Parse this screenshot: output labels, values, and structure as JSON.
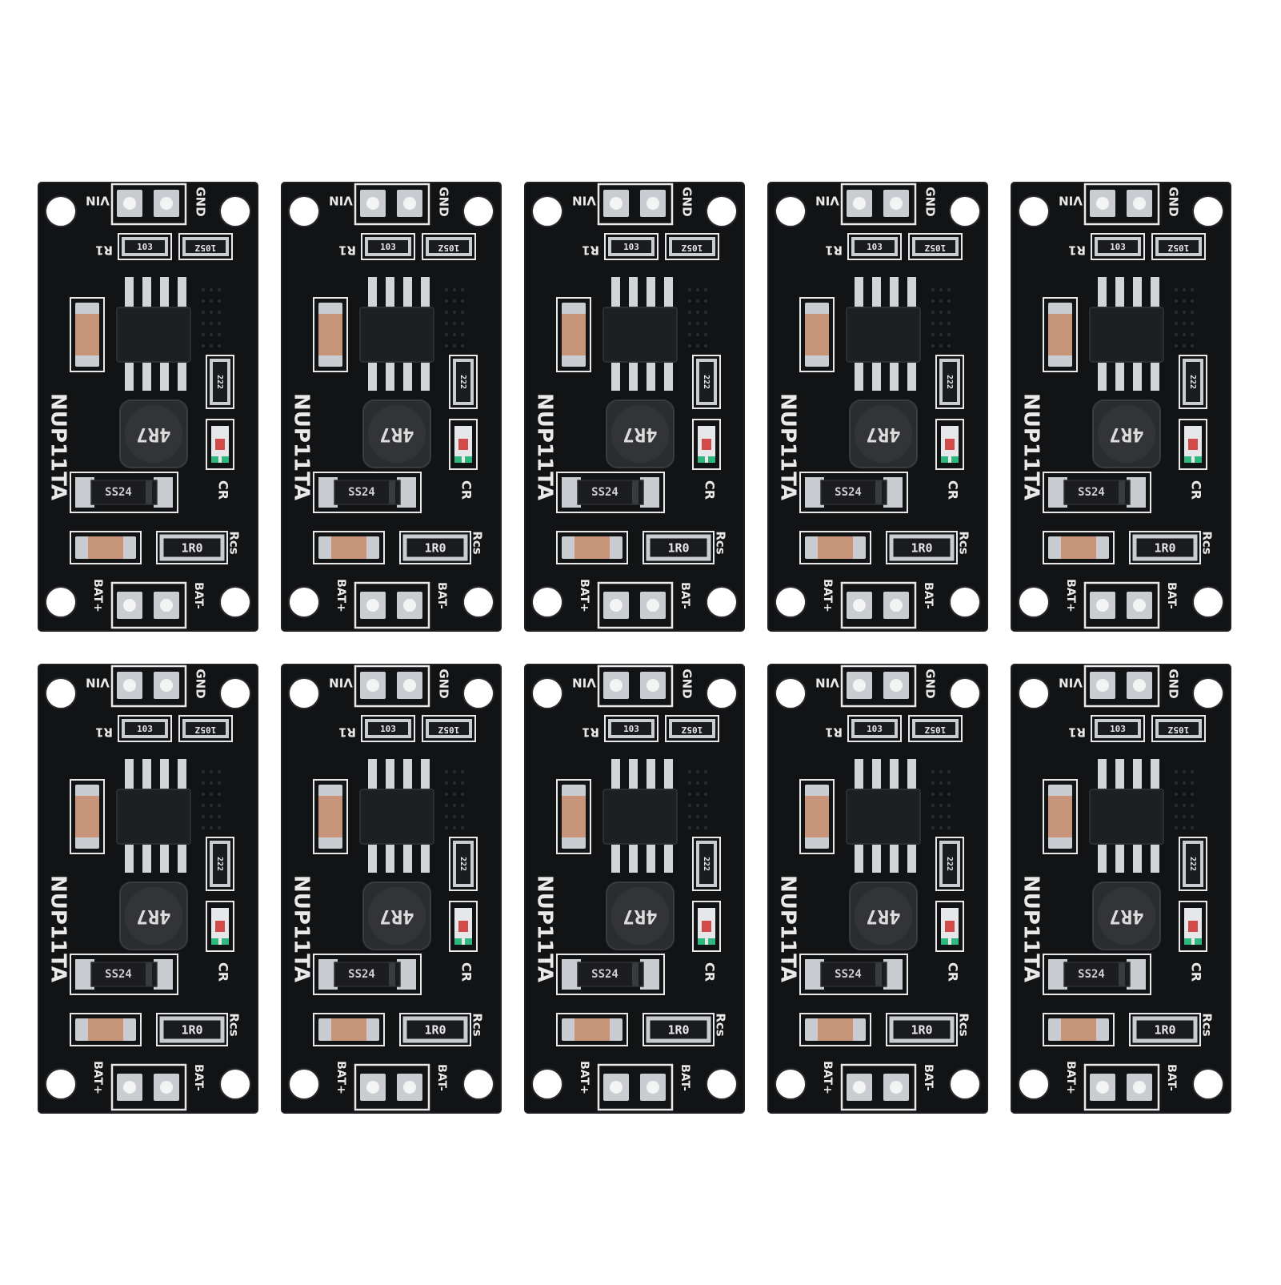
{
  "photo": {
    "board_count": 10,
    "colors": {
      "background": "#ffffff",
      "pcb": "#121315",
      "pcb_edge": "#1d1e21",
      "silkscreen": "#e9e9e9",
      "pad": "#c9ccd0",
      "ic_body": "#1e1f22",
      "ic_pins": "#d2d4d6",
      "inductor": "#2b2c2f",
      "ceramic_cap": "#c7957a",
      "led_green": "#2fb77e",
      "led_red": "#d24a4a"
    },
    "board_labels": {
      "vin": "VIN",
      "gnd": "GND",
      "r1": "R1",
      "r1_code": "103",
      "r2_code": "105Z",
      "module_name": "NUP11TA",
      "inductor_code": "4R7",
      "resistor_222": "222",
      "led_label": "CR",
      "diode_code": "SS24",
      "rcs_label": "Rcs",
      "rcs_code": "1R0",
      "bat_plus": "BAT+",
      "bat_minus": "BAT-"
    }
  }
}
